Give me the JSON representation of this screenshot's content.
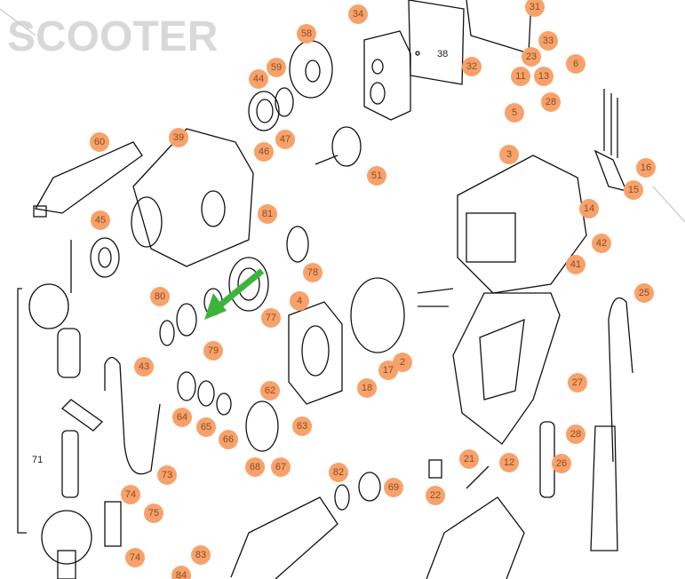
{
  "diagram": {
    "title": "Exploded parts diagram – drill",
    "watermark": "SCOOTER",
    "callouts": [
      "34",
      "58",
      "31",
      "33",
      "23",
      "13",
      "11",
      "6",
      "32",
      "59",
      "44",
      "28",
      "5",
      "39",
      "60",
      "46",
      "47",
      "51",
      "3",
      "16",
      "15",
      "14",
      "81",
      "45",
      "78",
      "42",
      "41",
      "25",
      "80",
      "77",
      "4",
      "79",
      "2",
      "17",
      "18",
      "43",
      "62",
      "63",
      "64",
      "65",
      "66",
      "68",
      "67",
      "27",
      "28",
      "73",
      "82",
      "69",
      "21",
      "12",
      "26",
      "22",
      "74",
      "75",
      "74",
      "83",
      "84"
    ],
    "plain_labels": {
      "part_38": "38",
      "group_71": "71"
    },
    "colors": {
      "callout": "#f7a26b",
      "callout_text": "#8a4a22",
      "line": "#111111",
      "arrow": "#3cb43c",
      "watermark": "#d8d8d8"
    }
  }
}
